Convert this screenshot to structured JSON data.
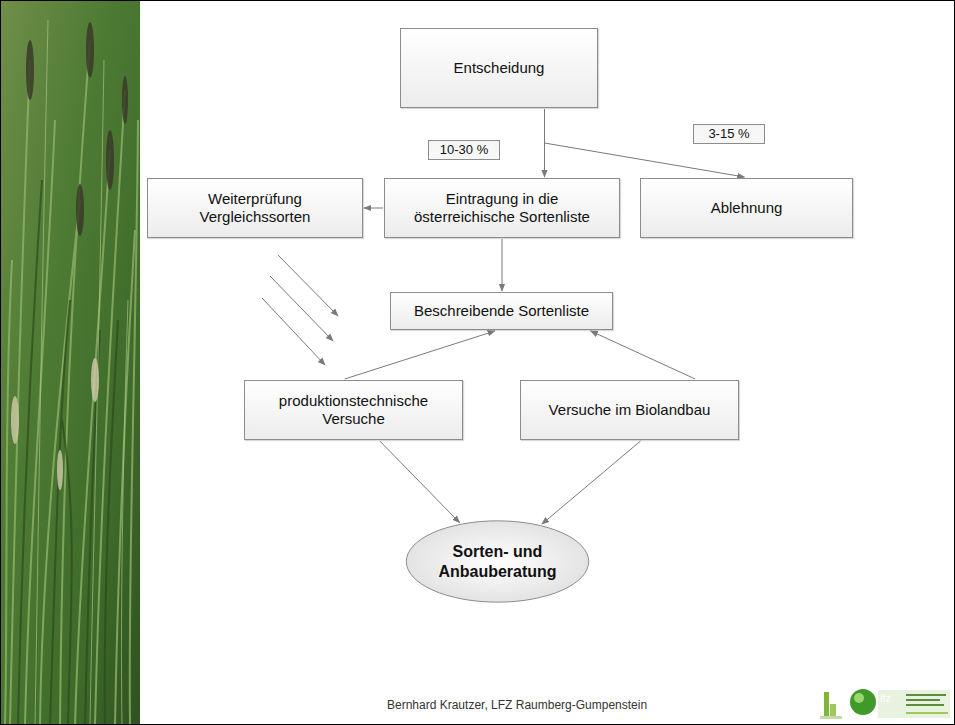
{
  "diagram": {
    "nodes": [
      {
        "text": [
          "Entscheidung"
        ]
      },
      {
        "text": [
          "10-30 %"
        ]
      },
      {
        "text": [
          "3-15 %"
        ]
      },
      {
        "text": [
          "Weiterprüfung Vergleichssorten"
        ]
      },
      {
        "text": [
          "Eintragung in die österreichische Sortenliste"
        ]
      },
      {
        "text": [
          "Ablehnung"
        ]
      },
      {
        "text": [
          "Beschreibende Sortenliste"
        ]
      },
      {
        "text": [
          "produktionstechnische Versuche"
        ]
      },
      {
        "text": [
          "Versuche im Biolandbau"
        ]
      },
      {
        "text": [
          "Sorten- und Anbauberatung"
        ]
      }
    ],
    "edges": [
      {
        "from": 0,
        "to": 4,
        "arrow": "to"
      },
      {
        "from": 0,
        "to": 5,
        "arrow": "to"
      },
      {
        "from": 4,
        "to": 3,
        "arrow": "to"
      },
      {
        "from": 4,
        "to": 6,
        "arrow": "to"
      },
      {
        "from": 7,
        "to": 6,
        "arrow": "to"
      },
      {
        "from": 8,
        "to": 6,
        "arrow": "to"
      },
      {
        "from": 7,
        "to": 9,
        "arrow": "to"
      },
      {
        "from": 8,
        "to": 9,
        "arrow": "to"
      }
    ],
    "labels": [
      "Bernhard Krautzer, LFZ Raumberg-Gumpenstein",
      "lfz"
    ]
  }
}
